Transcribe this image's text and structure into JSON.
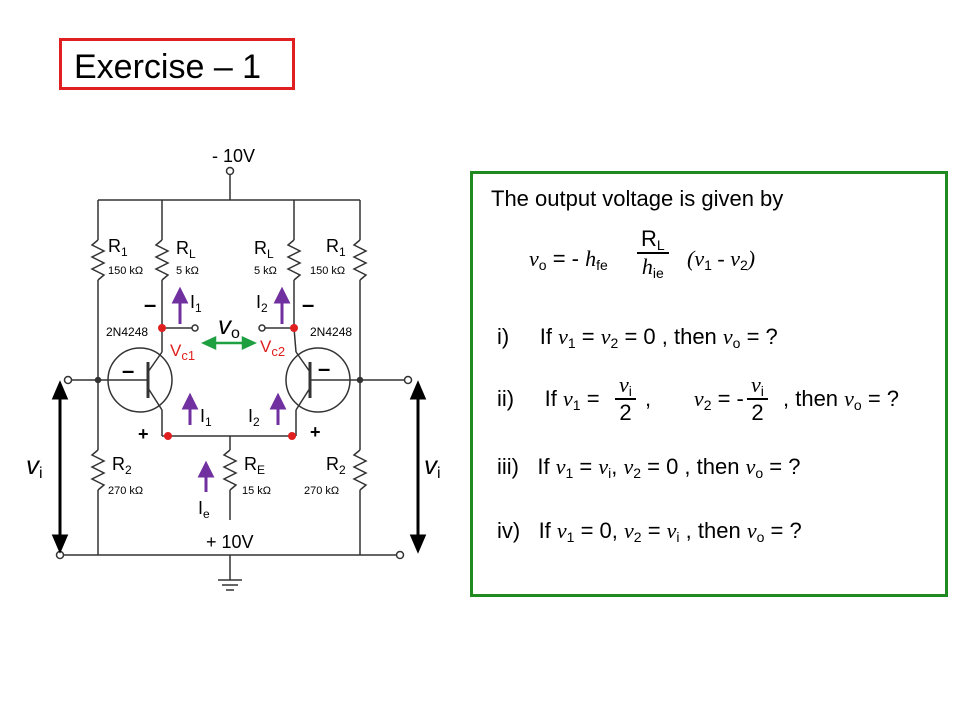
{
  "title": "Exercise  – 1",
  "circuit": {
    "supply_top": "- 10V",
    "supply_bottom": "+ 10V",
    "r1_label": "R",
    "r1_sub": "1",
    "r1_value": "150 kΩ",
    "rl_label": "R",
    "rl_sub": "L",
    "rl_value": "5 kΩ",
    "r2_label": "R",
    "r2_sub": "2",
    "r2_value": "270 kΩ",
    "re_label": "R",
    "re_sub": "E",
    "re_value": "15 kΩ",
    "transistor": "2N4248",
    "i1": "I",
    "i1_sub": "1",
    "i2": "I",
    "i2_sub": "2",
    "ie": "I",
    "ie_sub": "e",
    "vo": "v",
    "vo_sub": "o",
    "vc1": "V",
    "vc1_sub": "c1",
    "vc2": "V",
    "vc2_sub": "c2",
    "vi": "v",
    "vi_sub": "i",
    "minus": "–",
    "plus": "+"
  },
  "panel": {
    "heading": "The output voltage is given by",
    "formula": {
      "vo": "v",
      "vo_sub": "o",
      "eq": "= -",
      "h": "h",
      "hfe_sub": "fe",
      "num": "R",
      "num_sub": "L",
      "den": "h",
      "den_sub": "ie",
      "paren": "(v",
      "v1_sub": "1",
      "minus": " - v",
      "v2_sub": "2",
      "close": ")"
    },
    "q1": {
      "num": "i)",
      "text_a": "If ",
      "v1": "v",
      "v1s": "1",
      "eq1": " = ",
      "v2": "v",
      "v2s": "2",
      "rest": " = 0 , then ",
      "vo": "v",
      "vos": "o",
      "end": " = ?"
    },
    "q2": {
      "num": "ii)",
      "text_a": "If ",
      "v1": "v",
      "v1s": "1",
      "eq1": " =",
      "frac_num": "v",
      "frac_num_sub": "i",
      "frac_den": "2",
      "comma": ",",
      "v2": "v",
      "v2s": "2",
      "eq2": " = -",
      "frac2_num": "v",
      "frac2_num_sub": "i",
      "frac2_den": "2",
      "rest": ", then ",
      "vo": "v",
      "vos": "o",
      "end": " = ?"
    },
    "q3": {
      "num": "iii)",
      "text_a": "If ",
      "v1": "v",
      "v1s": "1",
      "eq1": " = ",
      "vi": "v",
      "vis": "i",
      "comma": ", ",
      "v2": "v",
      "v2s": "2",
      "rest": " = 0 , then ",
      "vo": "v",
      "vos": "o",
      "end": " = ?"
    },
    "q4": {
      "num": "iv)",
      "text_a": "If ",
      "v1": "v",
      "v1s": "1",
      "eq1": " =  0, ",
      "v2": "v",
      "v2s": "2",
      "eq2": " = ",
      "vi": "v",
      "vis": "i",
      "rest": " , then ",
      "vo": "v",
      "vos": "o",
      "end": " = ?"
    }
  },
  "colors": {
    "title_border": "#e02020",
    "panel_border": "#1f8a1f",
    "arrow_purple": "#7030a0",
    "node_red": "#e02020",
    "green_arrow": "#1fa040",
    "red_text": "#e02020"
  }
}
